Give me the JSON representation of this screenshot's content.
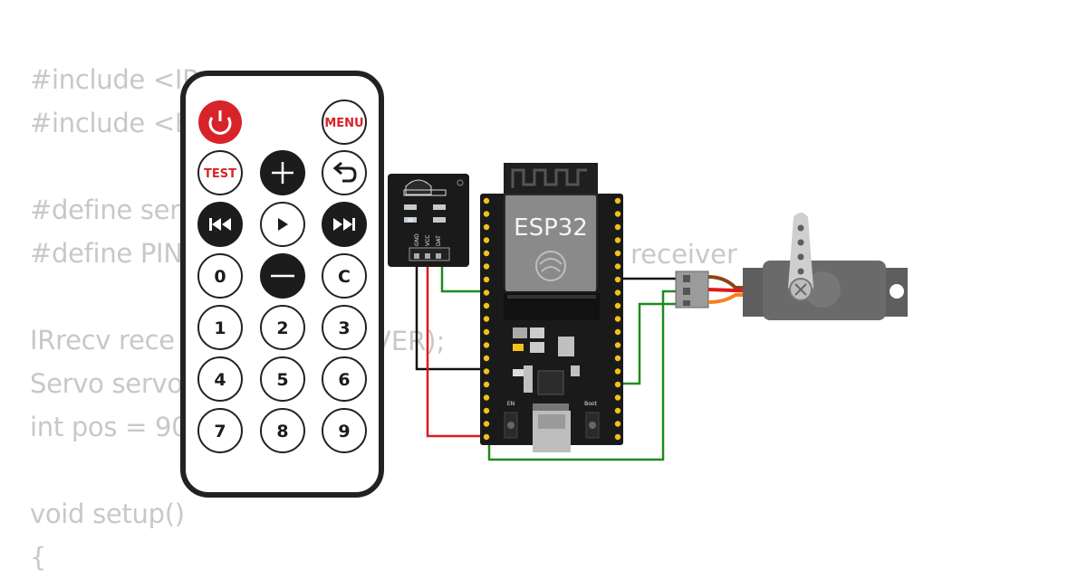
{
  "code_lines": [
    "#include <IR",
    "#include <E",
    "",
    "#define ser",
    "#define PIN",
    "",
    "IRrecv rece",
    "Servo servo",
    "int pos = 90",
    "",
    "void setup()",
    "{"
  ],
  "code_fragments": {
    "define_pin_tail": "receiver",
    "irrecv_tail": "VER);"
  },
  "remote": {
    "power_icon": "power-icon",
    "menu_label": "MENU",
    "test_label": "TEST",
    "plus_icon": "plus-icon",
    "back_icon": "back-arrow-icon",
    "prev_icon": "skip-back-icon",
    "play_icon": "play-icon",
    "next_icon": "skip-forward-icon",
    "minus_icon": "minus-icon",
    "keys": [
      "0",
      "C",
      "1",
      "2",
      "3",
      "4",
      "5",
      "6",
      "7",
      "8",
      "9"
    ]
  },
  "ir_receiver": {
    "pin_labels": [
      "GND",
      "VCC",
      "DAT"
    ]
  },
  "esp32": {
    "label": "ESP32",
    "button_labels": [
      "EN",
      "Boot"
    ]
  },
  "wires": {
    "colors": {
      "green": "#1f8a1f",
      "red": "#e0191b",
      "black": "#111111",
      "orange": "#f5821f",
      "brown": "#8b4513"
    }
  },
  "colors": {
    "code_text": "#c8c8c8",
    "board": "#1a1a1a",
    "pin_gold": "#f2c21b",
    "remote_power": "#d8232a",
    "servo_body": "#5e5e5e",
    "servo_horn": "#c8c8c8"
  }
}
